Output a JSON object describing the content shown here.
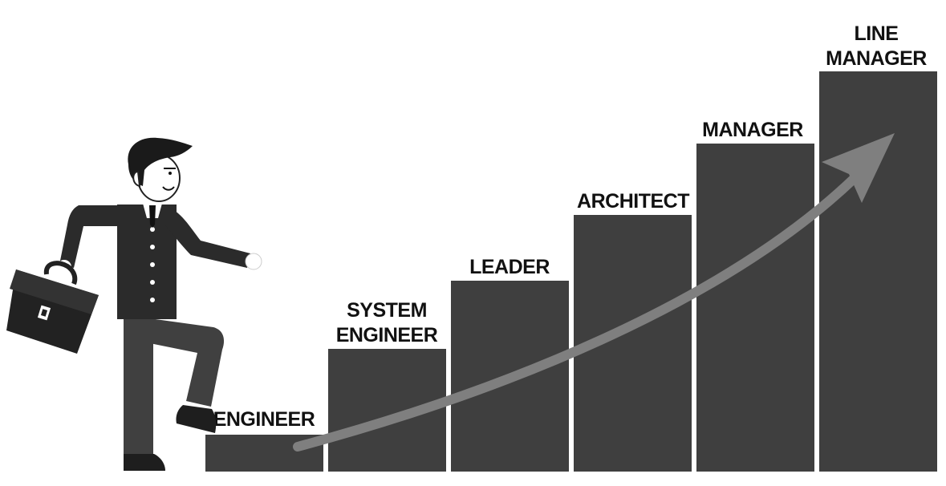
{
  "colors": {
    "step_fill": "#3f3f3f",
    "arrow": "#7f7f7f",
    "suit": "#2b2b2b",
    "trousers": "#404040",
    "label": "#111111",
    "background": "#ffffff"
  },
  "steps": [
    {
      "label_lines": [
        "ENGINEER"
      ]
    },
    {
      "label_lines": [
        "SYSTEM",
        "ENGINEER"
      ]
    },
    {
      "label_lines": [
        "LEADER"
      ]
    },
    {
      "label_lines": [
        "ARCHITECT"
      ]
    },
    {
      "label_lines": [
        "MANAGER"
      ]
    },
    {
      "label_lines": [
        "LINE",
        "MANAGER"
      ]
    }
  ],
  "icons": {
    "person": "businessman-climbing-icon",
    "briefcase": "briefcase-icon",
    "arrow": "growth-arrow-icon"
  }
}
